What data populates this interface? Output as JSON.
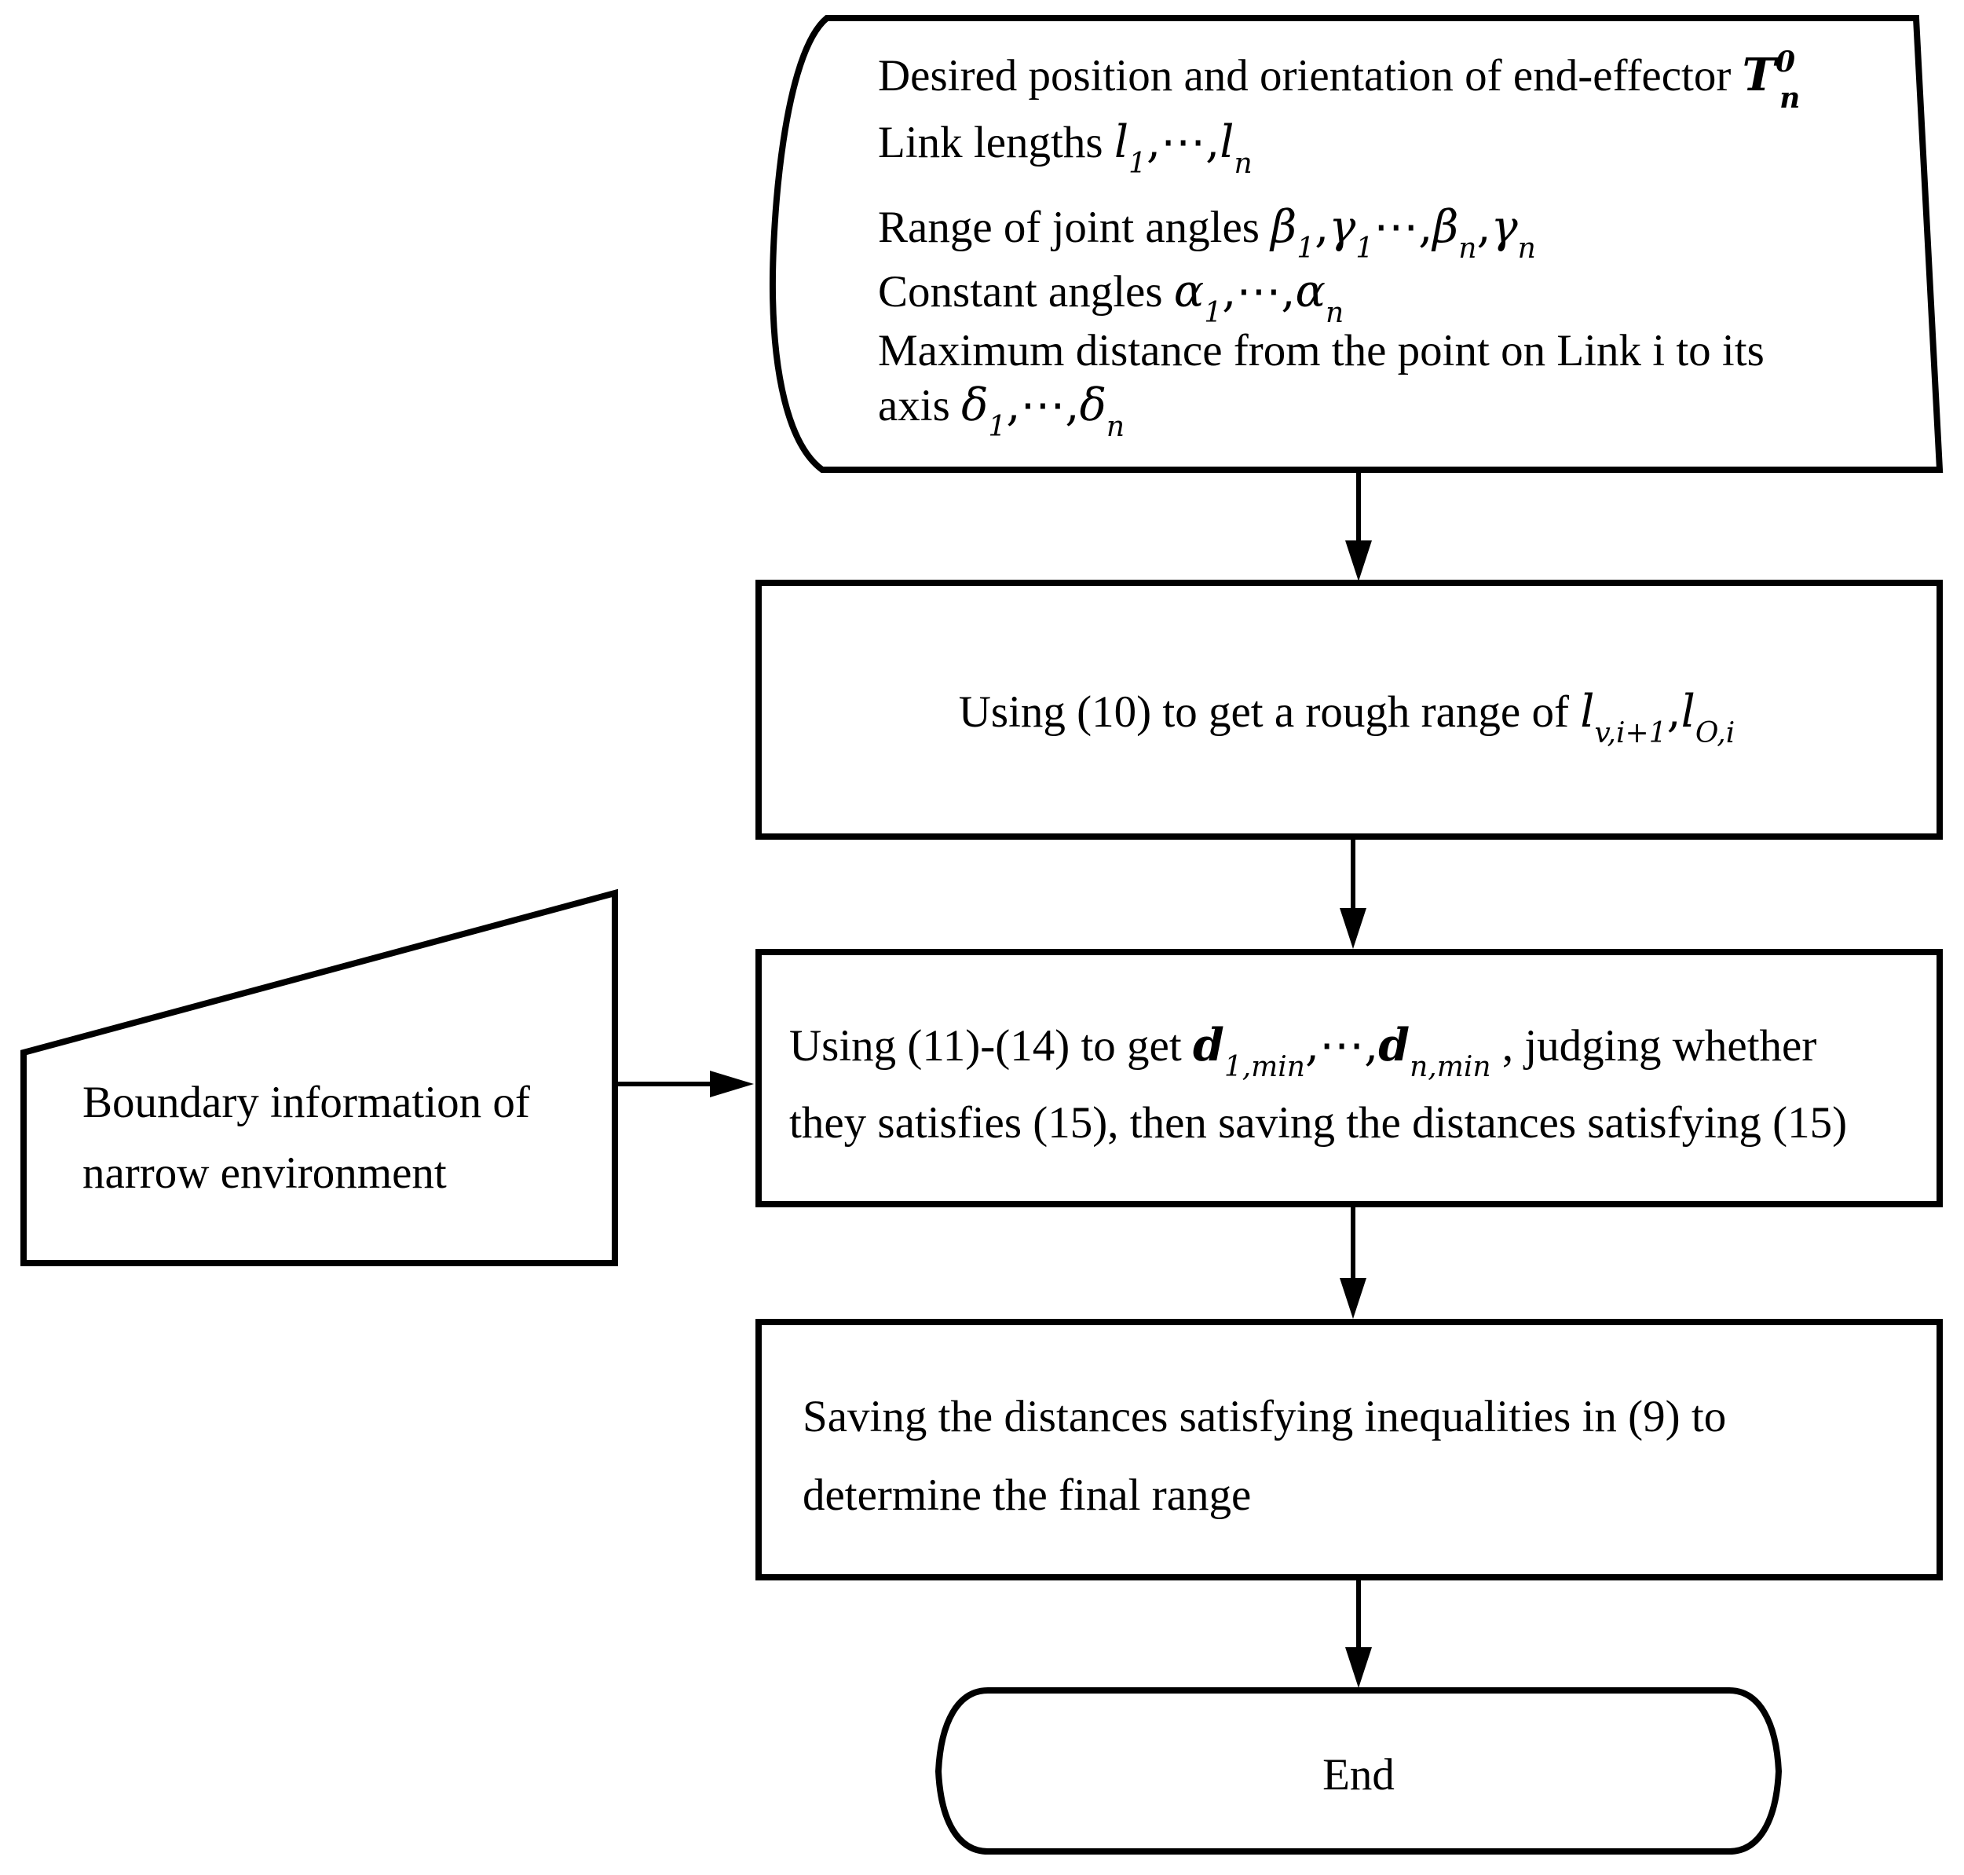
{
  "colors": {
    "ink": "#000000",
    "background": "#ffffff"
  },
  "input_card": {
    "l1a": "Desired position and orientation of end-effector ",
    "l1T": "T",
    "l1sup": "0",
    "l1sub": "n",
    "l2a": "Link lengths ",
    "l2v1": "l",
    "l2s1": "1",
    "l2c": ",⋯,",
    "l2v2": "l",
    "l2s2": "n",
    "l3a": "Range of joint angles ",
    "l3v1": "β",
    "l3s1": "1",
    "l3c1": ",",
    "l3v2": "γ",
    "l3s2": "1",
    "l3c2": "⋯,",
    "l3v3": "β",
    "l3s3": "n",
    "l3c3": ",",
    "l3v4": "γ",
    "l3s4": "n",
    "l4a": "Constant angles ",
    "l4v1": "α",
    "l4s1": "1",
    "l4c": ",⋯,",
    "l4v2": "α",
    "l4s2": "n",
    "l5a": "Maximum distance from the point on Link i to its",
    "l6a": "axis ",
    "l6v1": "δ",
    "l6s1": "1",
    "l6c": ",⋯,",
    "l6v2": "δ",
    "l6s2": "n"
  },
  "box1": {
    "a": "Using (10) to get a rough range of ",
    "v1": "l",
    "s1": "v,i+1",
    "c": ",",
    "v2": "l",
    "s2": "O,i"
  },
  "box2": {
    "l1a": "Using (11)-(14) to get ",
    "v1": "d",
    "s1": "1,min",
    "c": ",⋯,",
    "v2": "d",
    "s2": "n,min",
    "l1b": " , judging whether",
    "l2": "they satisfies (15), then saving the distances satisfying (15)"
  },
  "side_input": {
    "l1": "Boundary information of",
    "l2": "narrow environment"
  },
  "box3": {
    "l1": "Saving the distances satisfying inequalities in (9) to",
    "l2": "determine the final range"
  },
  "terminator": {
    "label": "End"
  }
}
